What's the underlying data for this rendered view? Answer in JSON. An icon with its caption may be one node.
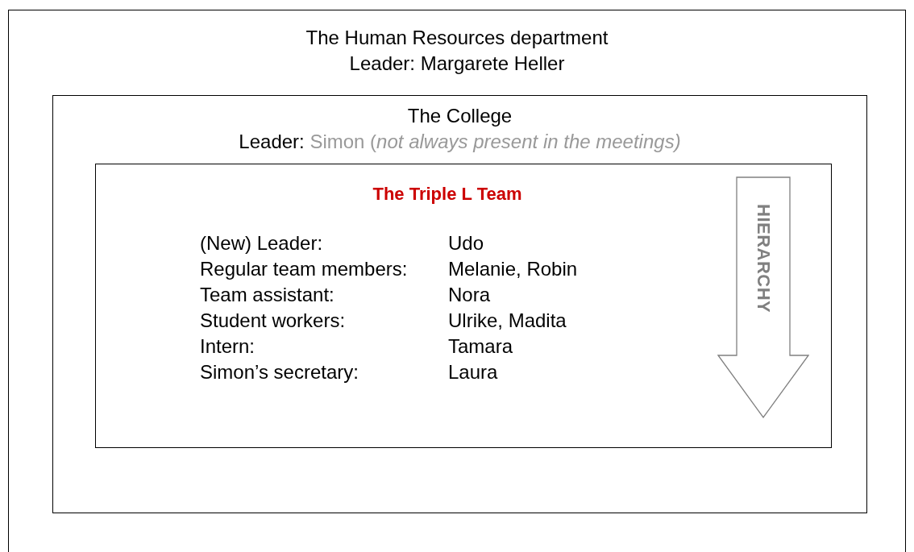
{
  "diagram": {
    "nodes": [
      {
        "text": [
          "The Human Resources department",
          "Leader: Margarete Heller"
        ]
      },
      {
        "text": [
          "The College",
          "Leader: Simon (*not always present in the meetings)*"
        ],
        "in": 0
      },
      {
        "text": [
          "The Triple L Team",
          "(New) Leader:",
          "Udo",
          "Regular team members:",
          "Melanie, Robin",
          "Team assistant:",
          "Nora",
          "Student workers:",
          "Ulrike, Madita",
          "Intern:",
          "Tamara",
          "Simon’s secretary:",
          "Laura"
        ],
        "in": 1
      },
      {
        "text": [
          "HIERARCHY"
        ],
        "in": 2
      }
    ]
  }
}
